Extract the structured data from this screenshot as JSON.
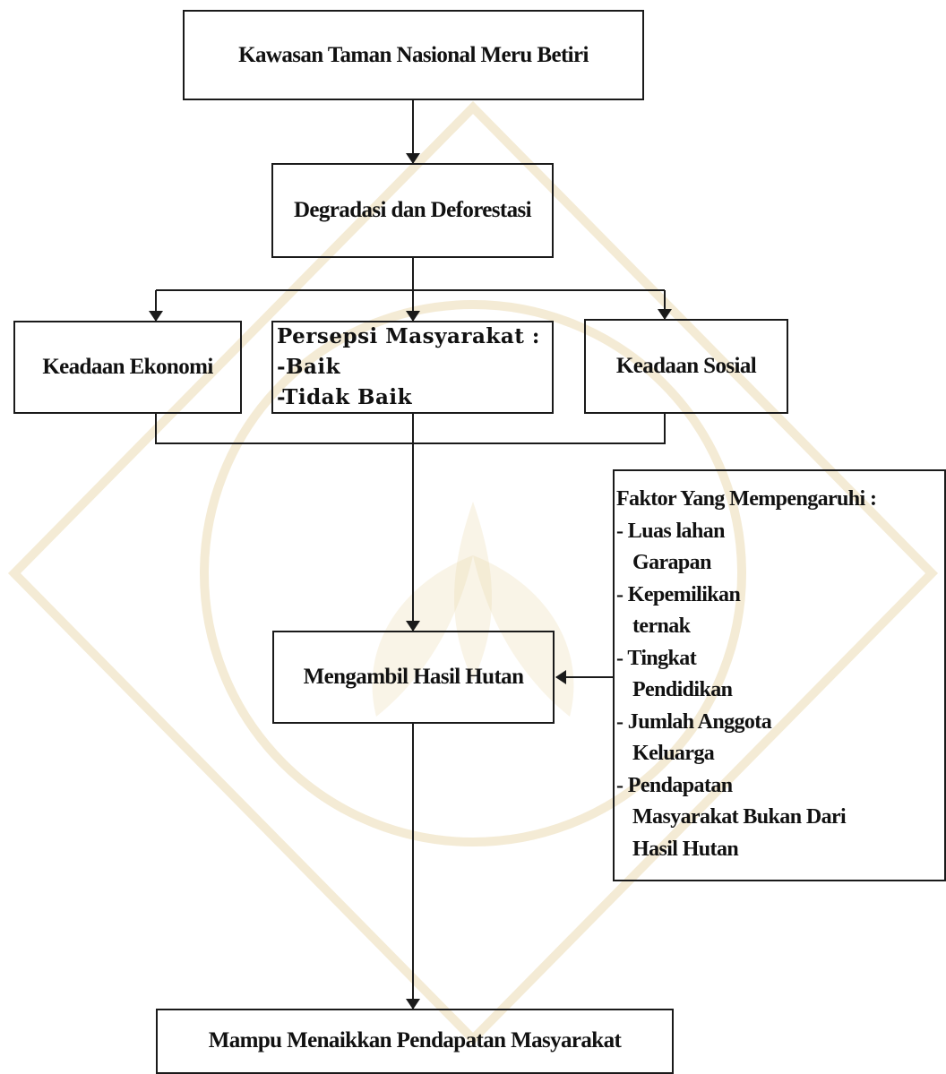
{
  "nodes": {
    "kawasan": "Kawasan Taman Nasional Meru Betiri",
    "degradasi": "Degradasi dan Deforestasi",
    "ekonomi": "Keadaan Ekonomi",
    "persepsi": {
      "title": "Persepsi Masyarakat :",
      "items": [
        "-Baik",
        "-Tidak Baik"
      ]
    },
    "sosial": "Keadaan Sosial",
    "mengambil": "Mengambil Hasil Hutan",
    "mampu": "Mampu Menaikkan Pendapatan Masyarakat",
    "faktor": {
      "title": "Faktor Yang Mempengaruhi :",
      "lines": [
        "- Luas lahan",
        "Garapan",
        "- Kepemilikan",
        "ternak",
        "-  Tingkat",
        "Pendidikan",
        "-  Jumlah Anggota",
        "Keluarga",
        "- Pendapatan",
        "Masyarakat Bukan Dari",
        "Hasil Hutan"
      ]
    }
  },
  "colors": {
    "line": "#1a1a1a",
    "watermark": "#e6d3a1"
  }
}
